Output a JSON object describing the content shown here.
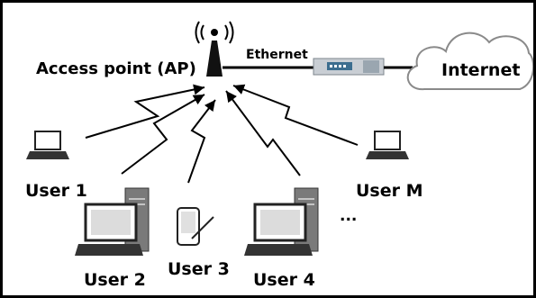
{
  "diagram": {
    "access_point_label": "Access point (AP)",
    "link_label": "Ethernet",
    "cloud_label": "Internet",
    "more_label": "...",
    "users": [
      {
        "label": "User 1",
        "device": "laptop-icon"
      },
      {
        "label": "User 2",
        "device": "desktop-computer-icon"
      },
      {
        "label": "User 3",
        "device": "handheld-device-icon"
      },
      {
        "label": "User 4",
        "device": "desktop-computer-icon"
      },
      {
        "label": "User M",
        "device": "laptop-icon"
      }
    ]
  },
  "icons": {
    "access_point": "wireless-antenna-icon",
    "router": "router-icon",
    "cloud": "cloud-icon",
    "wireless_link": "lightning-arrow-icon"
  }
}
